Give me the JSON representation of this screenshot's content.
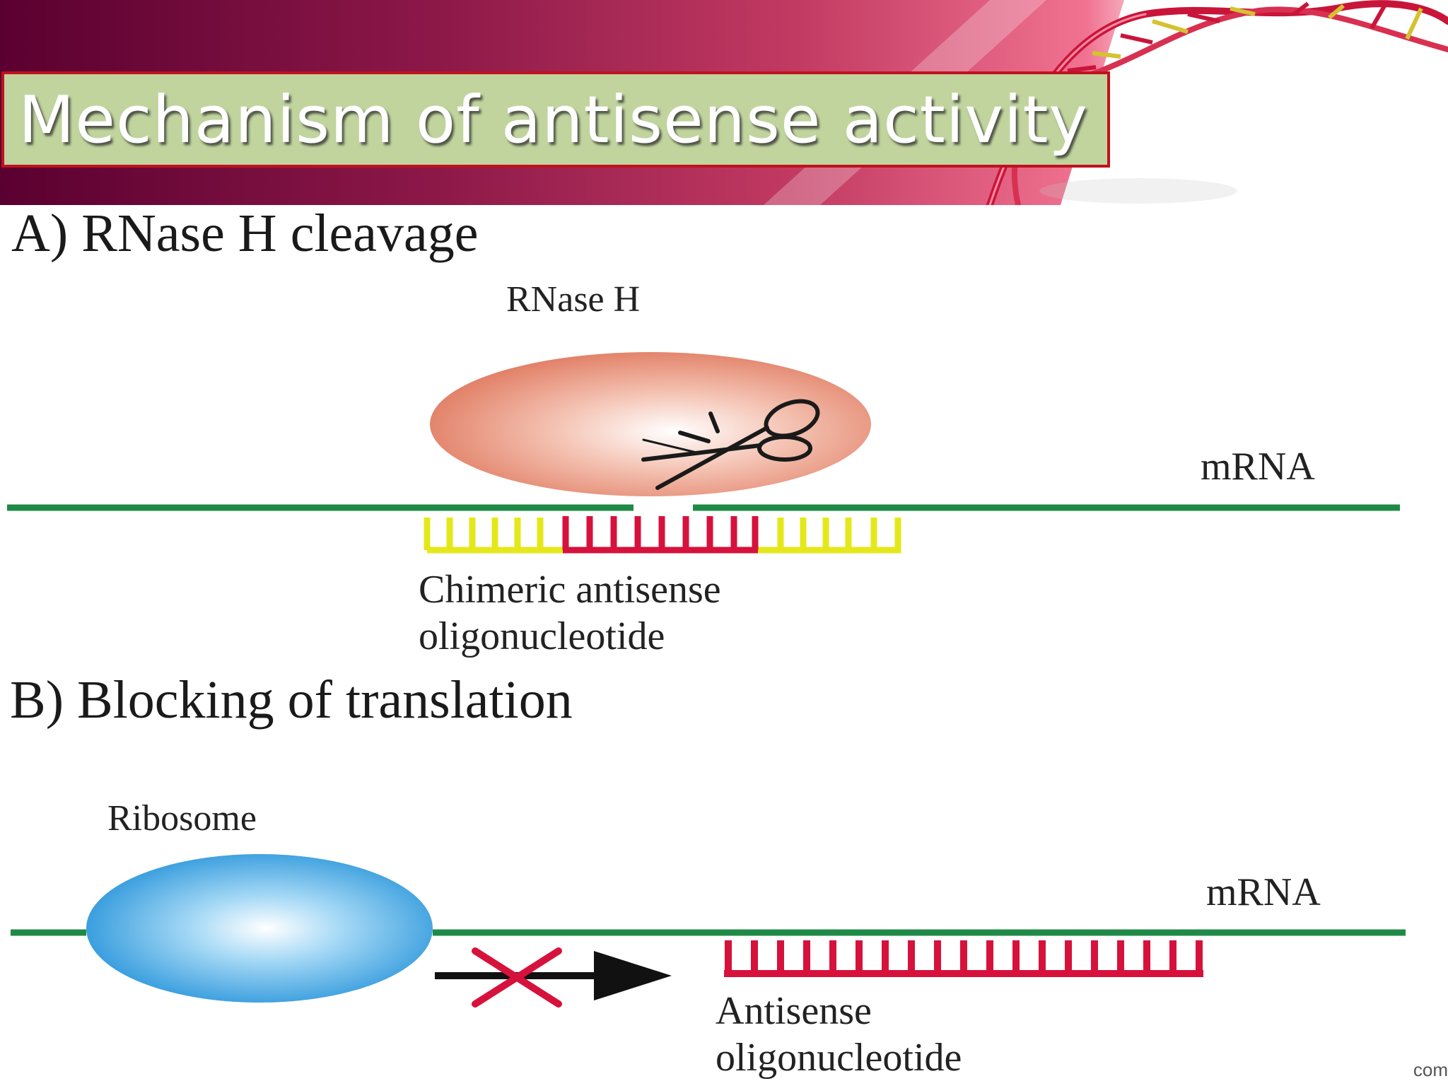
{
  "slide": {
    "title": "Mechanism of antisense activity"
  },
  "section_a": {
    "heading": "A) RNase H cleavage",
    "enzyme_label": "RNase H",
    "mrna_label": "mRNA",
    "oligo_label_line1": "Chimeric antisense",
    "oligo_label_line2": "oligonucleotide"
  },
  "section_b": {
    "heading": "B) Blocking of translation",
    "ribosome_label": "Ribosome",
    "mrna_label": "mRNA",
    "oligo_label_line1": "Antisense",
    "oligo_label_line2": "oligonucleotide"
  },
  "watermark": "com",
  "colors": {
    "mrna_strand": "#1e8a45",
    "oligo_gapmer_wings": "#e4e81a",
    "oligo_center": "#d6123c",
    "rnase_fill": "#e8907a",
    "ribosome_fill": "#2f9ee0",
    "blocked_cross": "#d6123c"
  },
  "icons": [
    "scissors-icon",
    "dna-helix-icon",
    "cross-icon",
    "arrow-icon"
  ]
}
